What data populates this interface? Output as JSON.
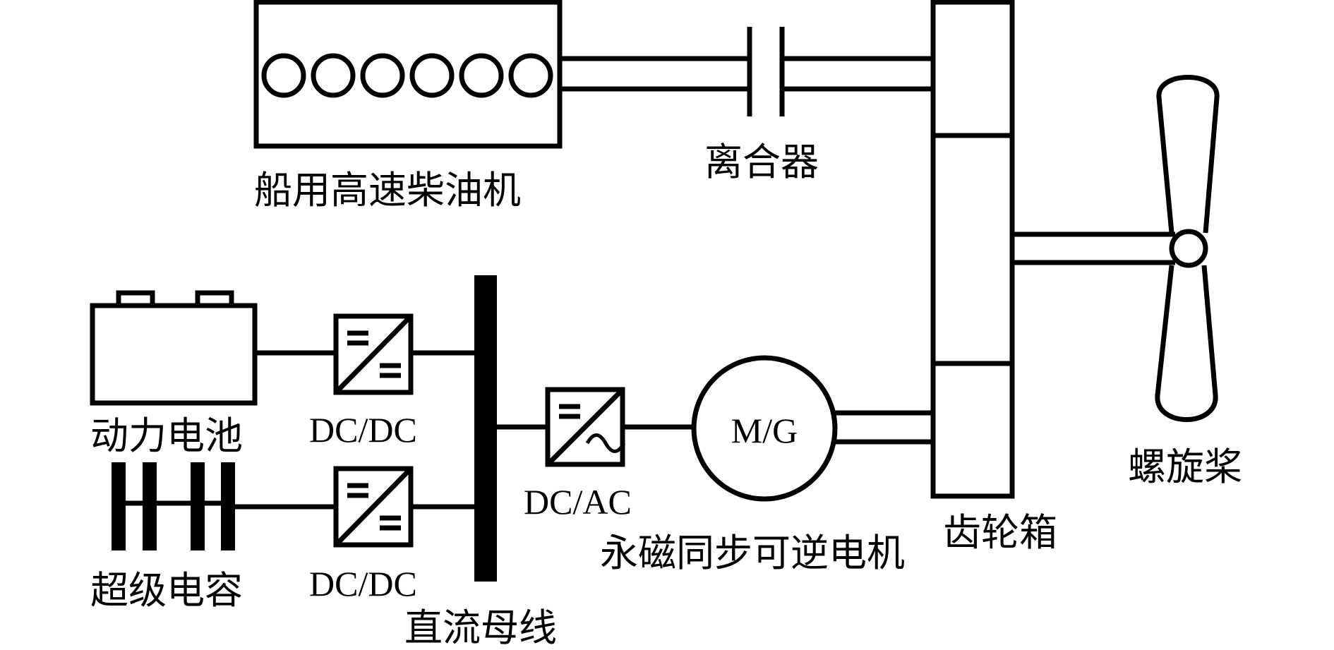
{
  "labels": {
    "diesel_engine": "船用高速柴油机",
    "clutch": "离合器",
    "gearbox": "齿轮箱",
    "propeller": "螺旋桨",
    "battery": "动力电池",
    "supercap": "超级电容",
    "dcdc_top": "DC/DC",
    "dcdc_bottom": "DC/DC",
    "dc_bus": "直流母线",
    "dcac": "DC/AC",
    "motor_symbol": "M/G",
    "motor": "永磁同步可逆电机"
  }
}
